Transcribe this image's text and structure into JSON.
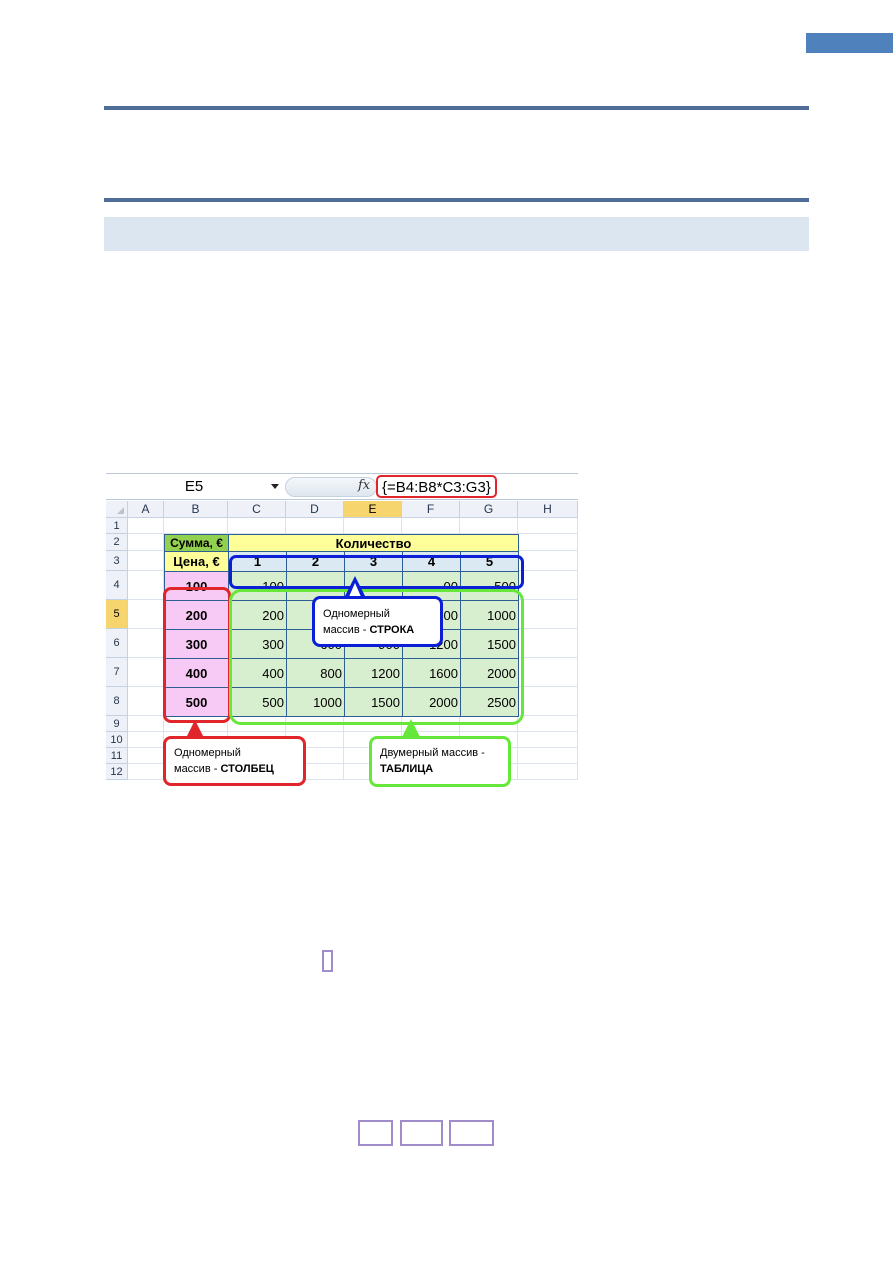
{
  "formula_bar": {
    "name_box": "E5",
    "fx_label": "fx",
    "formula": "{=B4:B8*C3:G3}"
  },
  "columns": [
    "A",
    "B",
    "C",
    "D",
    "E",
    "F",
    "G",
    "H"
  ],
  "selected_column": "E",
  "rows": [
    "1",
    "2",
    "3",
    "4",
    "5",
    "6",
    "7",
    "8",
    "9",
    "10",
    "11",
    "12"
  ],
  "selected_row": "5",
  "table": {
    "header_sum": "Сумма, €",
    "header_qty": "Количество",
    "header_price": "Цена, €",
    "quantities": [
      "1",
      "2",
      "3",
      "4",
      "5"
    ],
    "prices": [
      "100",
      "200",
      "300",
      "400",
      "500"
    ],
    "results": [
      [
        "100",
        "",
        "",
        "00",
        "500"
      ],
      [
        "200",
        "",
        "",
        "00",
        "1000"
      ],
      [
        "300",
        "600",
        "900",
        "1200",
        "1500"
      ],
      [
        "400",
        "800",
        "1200",
        "1600",
        "2000"
      ],
      [
        "500",
        "1000",
        "1500",
        "2000",
        "2500"
      ]
    ]
  },
  "callouts": {
    "row": {
      "line1": "Одномерный",
      "line2_pre": "массив - ",
      "line2_bold": "СТРОКА"
    },
    "column": {
      "line1": "Одномерный",
      "line2_pre": "массив - ",
      "line2_bold": "СТОЛБЕЦ"
    },
    "table": {
      "line1": "Двумерный массив -",
      "line2_bold": "ТАБЛИЦА"
    }
  },
  "colors": {
    "header_accent": "#4f81bd",
    "rule": "#4f6d96",
    "band": "#dce6f1",
    "row_highlight": "#0b1fd6",
    "column_highlight": "#e0262b",
    "table_highlight": "#66e83a"
  }
}
